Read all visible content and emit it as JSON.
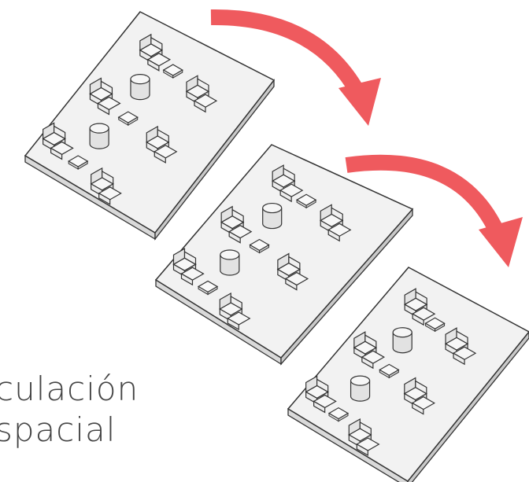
{
  "caption": {
    "line1": "culación",
    "line2": "spacial"
  },
  "colors": {
    "arrow": "#ef5a5e",
    "plate_fill": "#f2f2f2",
    "plate_stroke": "#333333",
    "furniture_fill": "#ececec",
    "caption": "#444444"
  },
  "plates": [
    {
      "name": "plate-1"
    },
    {
      "name": "plate-2"
    },
    {
      "name": "plate-3"
    }
  ],
  "arrows": [
    {
      "name": "flow-arrow-1"
    },
    {
      "name": "flow-arrow-2"
    }
  ]
}
